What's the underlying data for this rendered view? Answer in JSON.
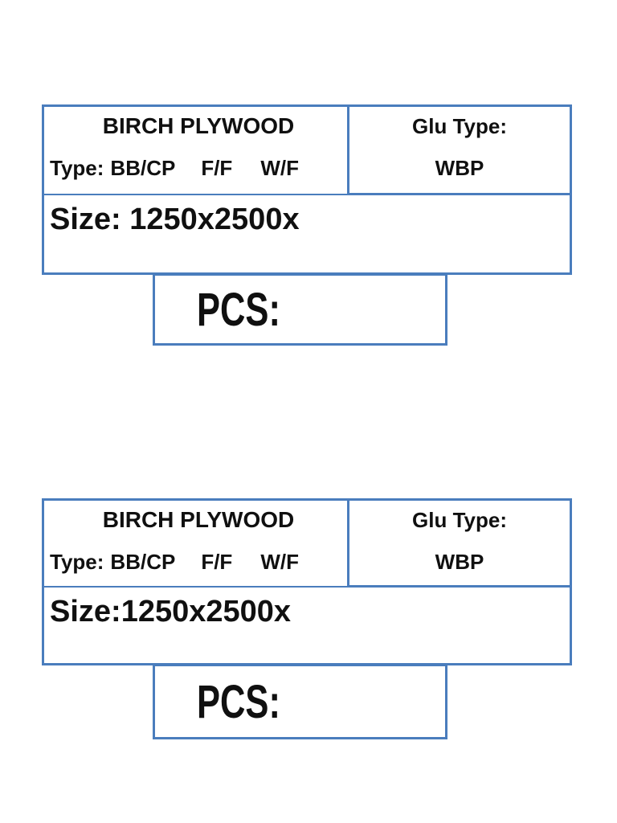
{
  "colors": {
    "border": "#4a7dbd",
    "text": "#101010"
  },
  "labels": [
    {
      "title": "BIRCH PLYWOOD",
      "type": {
        "label": "Type:",
        "options": [
          "BB/CP",
          "F/F",
          "W/F"
        ]
      },
      "glue": {
        "label": "Glu Type:",
        "value": "WBP"
      },
      "size_text": "Size: 1250x2500x",
      "pcs_label": "PCS:"
    },
    {
      "title": "BIRCH PLYWOOD",
      "type": {
        "label": "Type:",
        "options": [
          "BB/CP",
          "F/F",
          "W/F"
        ]
      },
      "glue": {
        "label": "Glu Type:",
        "value": "WBP"
      },
      "size_text": "Size:1250x2500x",
      "pcs_label": "PCS:"
    }
  ]
}
